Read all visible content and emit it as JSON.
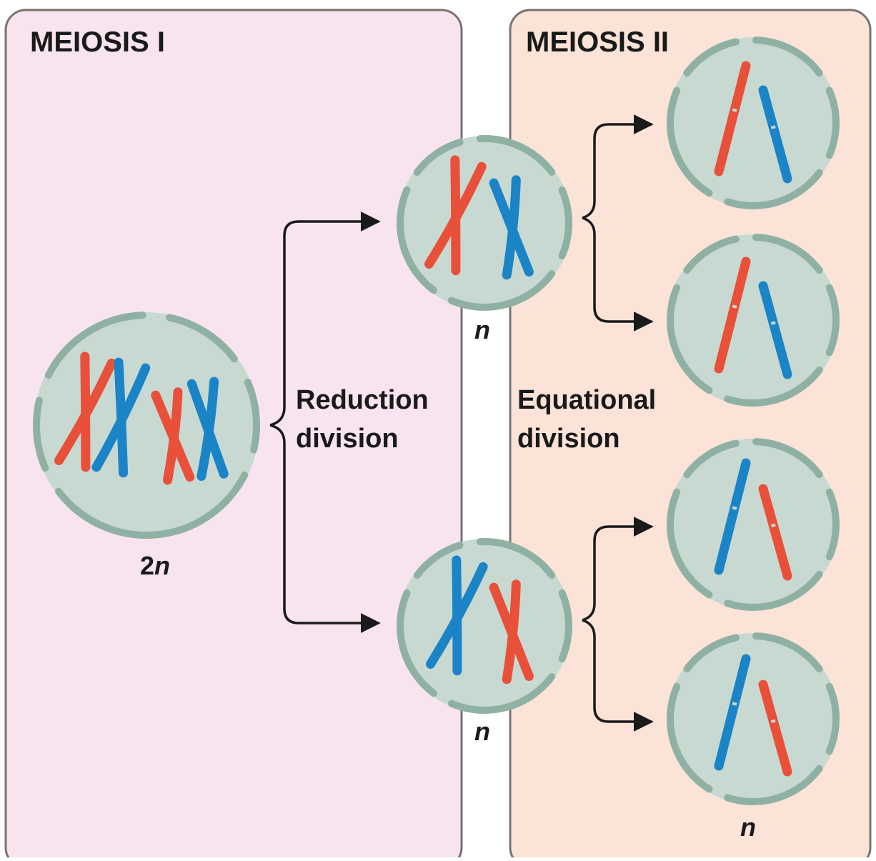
{
  "panels": {
    "meiosis1": {
      "title": "MEIOSIS I",
      "fill": "#f8e4ef"
    },
    "meiosis2": {
      "title": "MEIOSIS II",
      "fill": "#fbe3d8"
    },
    "border": "#7a7370"
  },
  "labels": {
    "reduction_line1": "Reduction",
    "reduction_line2": "division",
    "equational_line1": "Equational",
    "equational_line2": "division"
  },
  "ploidy": {
    "parent_number": "2",
    "parent_letter": "n",
    "haploid": "n"
  },
  "colors": {
    "cell_fill": "#c8d9d2",
    "cell_membrane": "#8fb1a3",
    "chromosome_red": "#e8503a",
    "chromosome_blue": "#1b84c7",
    "arrow": "#1a1a1a"
  }
}
